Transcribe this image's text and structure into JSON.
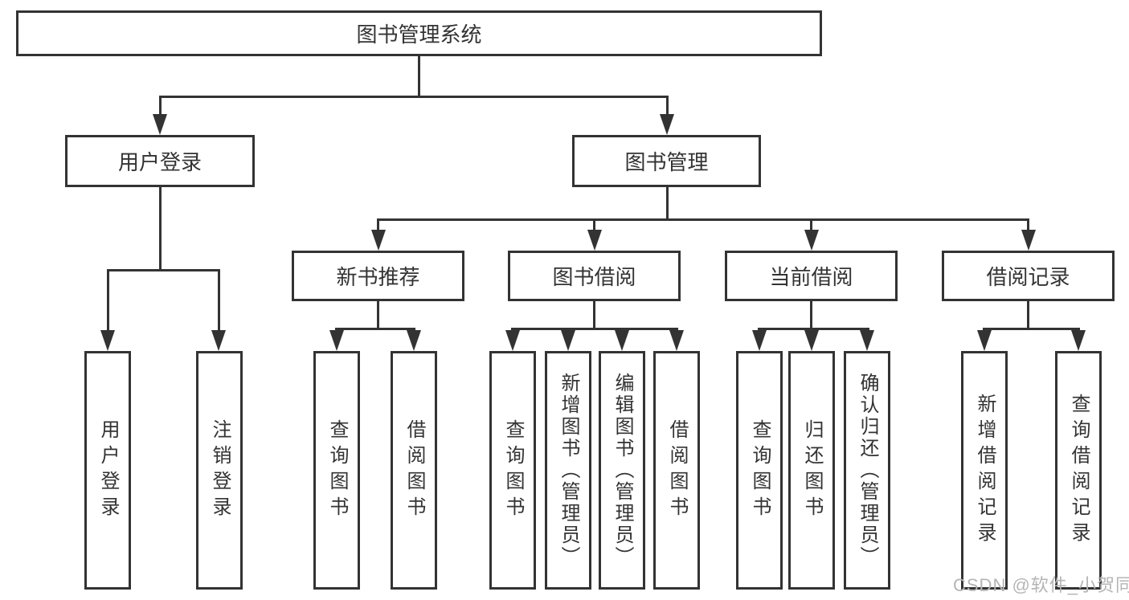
{
  "nodes": {
    "root": "图书管理系统",
    "level1": {
      "user": "用户登录",
      "book": "图书管理"
    },
    "level2": {
      "recommend": "新书推荐",
      "borrow": "图书借阅",
      "current": "当前借阅",
      "records": "借阅记录"
    },
    "leaves": {
      "user": [
        "用户登录",
        "注销登录"
      ],
      "recommend": [
        "查询图书",
        "借阅图书"
      ],
      "borrow": [
        "查询图书",
        "新增图书（管理员）",
        "编辑图书（管理员）",
        "借阅图书"
      ],
      "current": [
        "查询图书",
        "归还图书",
        "确认归还（管理员）"
      ],
      "records": [
        "新增借阅记录",
        "查询借阅记录"
      ]
    }
  },
  "watermark": "CSDN @软件_小贺同学",
  "colors": {
    "line": "#333333",
    "box_border": "#333333",
    "text": "#333333",
    "watermark": "#b5b5b5",
    "background": "#ffffff"
  }
}
